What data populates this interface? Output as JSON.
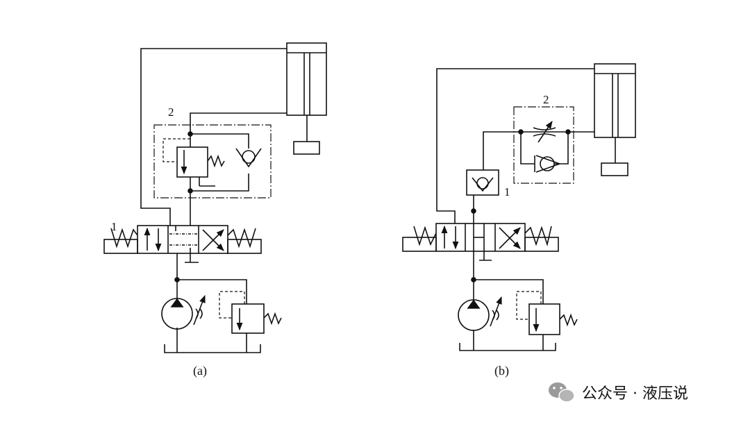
{
  "diagrams": {
    "a": {
      "caption": "(a)",
      "labels": {
        "valve_number": "1",
        "group_number": "2"
      }
    },
    "b": {
      "caption": "(b)",
      "labels": {
        "valve_number": "1",
        "group_number": "2"
      }
    }
  },
  "watermark": {
    "text": "公众号 · 液压说",
    "icon": "wechat-icon"
  }
}
